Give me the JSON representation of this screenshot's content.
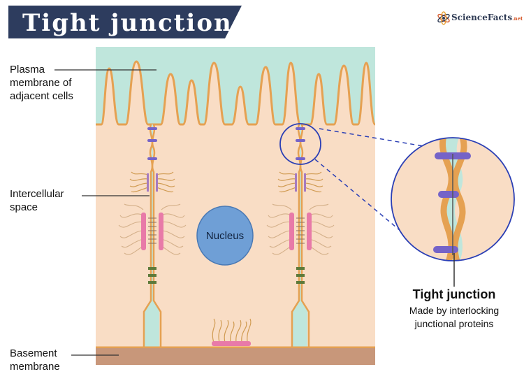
{
  "header": {
    "title": "Tight junction",
    "brand": "ScienceFacts",
    "brand_suffix": ".net"
  },
  "labels": {
    "plasma_membrane": [
      "Plasma",
      "membrane of",
      "adjacent cells"
    ],
    "intercellular_space": [
      "Intercellular",
      "space"
    ],
    "basement_membrane": [
      "Basement",
      "membrane"
    ],
    "nucleus": "Nucleus"
  },
  "callout": {
    "title": "Tight junction",
    "description": [
      "Made by interlocking",
      "junctional proteins"
    ]
  },
  "colors": {
    "banner": "#2d3c5e",
    "lumen": "#bfe6dc",
    "cytoplasm": "#f9ddc5",
    "membrane": "#e5a152",
    "basement": "#c8977a",
    "nucleus": "#6f9fd6",
    "tight_junction_protein": "#7563c8",
    "adherens": "#e87aa8",
    "circle_outline": "#2b3fb5"
  }
}
